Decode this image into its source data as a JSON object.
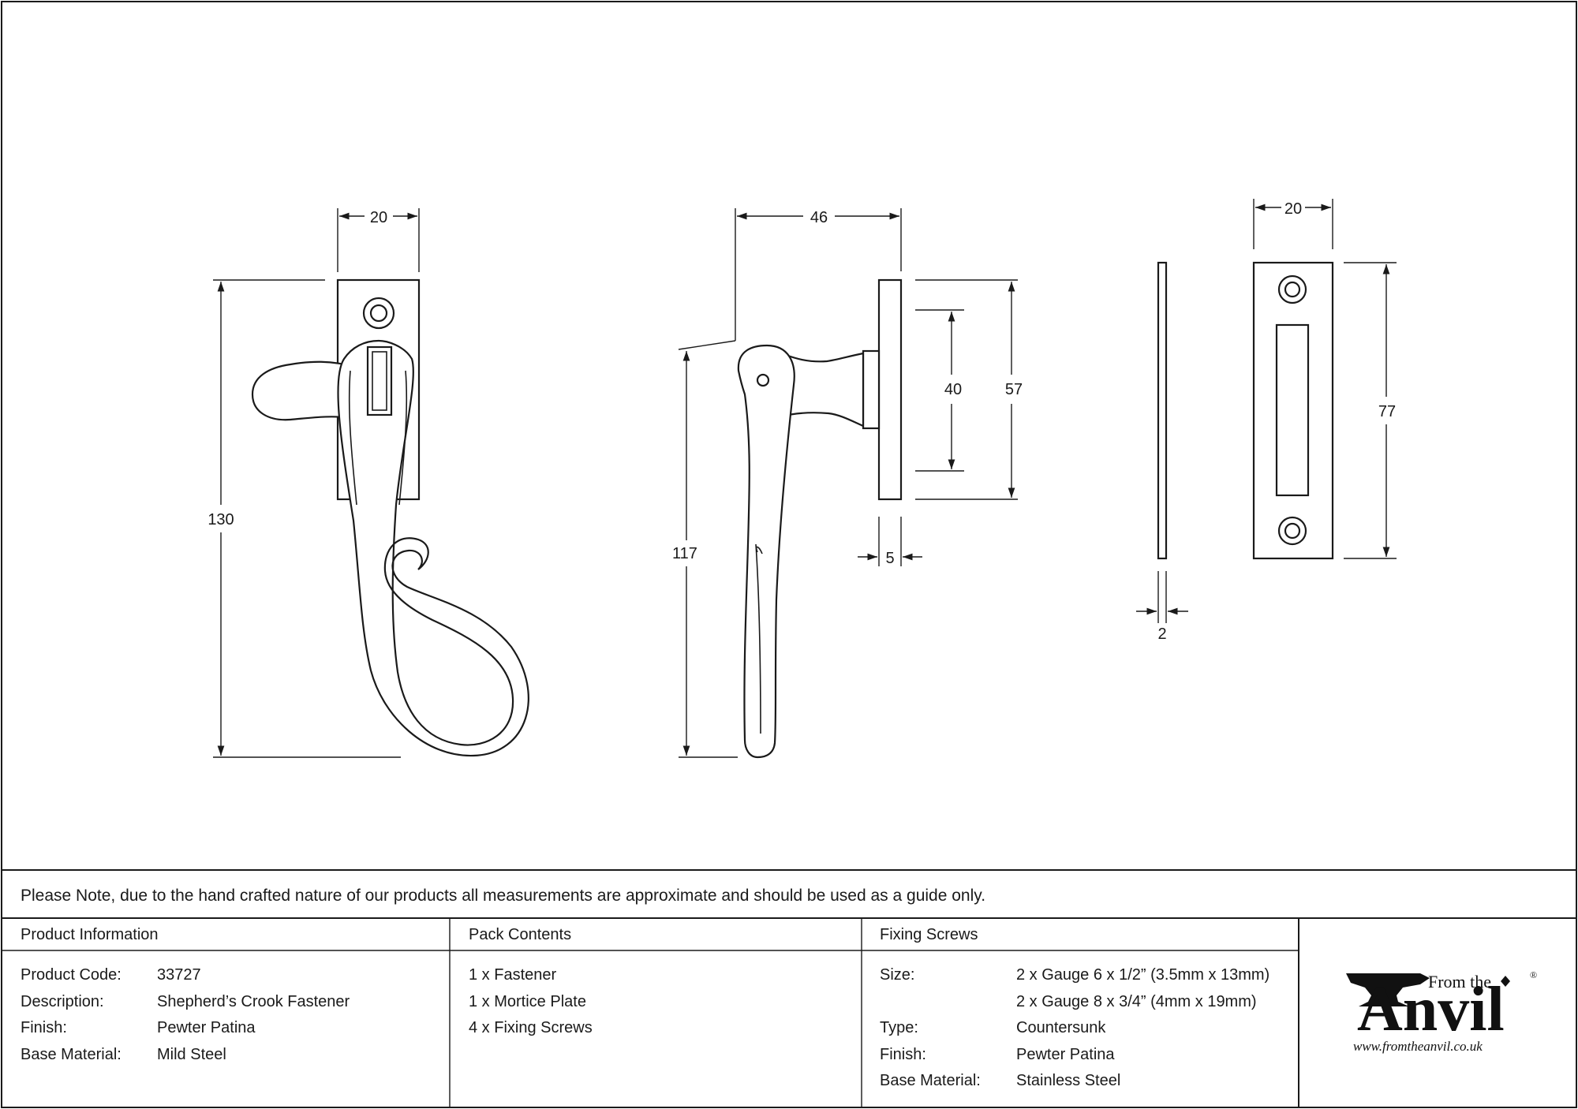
{
  "dimensions": {
    "front_width": "20",
    "front_height": "130",
    "side_depth": "46",
    "side_length": "117",
    "side_hole_spacing": "40",
    "side_backplate_height": "57",
    "side_backplate_thickness": "5",
    "plate_thickness": "2",
    "plate_width": "20",
    "plate_height": "77"
  },
  "note": "Please Note, due to the hand crafted nature of our products all measurements are approximate and should be used as a guide only.",
  "product_info": {
    "heading": "Product Information",
    "rows": [
      {
        "label": "Product Code:",
        "value": "33727"
      },
      {
        "label": "Description:",
        "value": "Shepherd’s Crook Fastener"
      },
      {
        "label": "Finish:",
        "value": "Pewter Patina"
      },
      {
        "label": "Base Material:",
        "value": "Mild Steel"
      }
    ]
  },
  "pack_contents": {
    "heading": "Pack Contents",
    "items": [
      "1 x Fastener",
      "1 x Mortice Plate",
      "4 x Fixing Screws"
    ]
  },
  "fixing_screws": {
    "heading": "Fixing Screws",
    "rows": [
      {
        "label": "Size:",
        "value": "2 x Gauge 6 x 1/2” (3.5mm x 13mm)"
      },
      {
        "label": "",
        "value": "2 x Gauge 8 x 3/4” (4mm x 19mm)"
      },
      {
        "label": "Type:",
        "value": "Countersunk"
      },
      {
        "label": "Finish:",
        "value": "Pewter Patina"
      },
      {
        "label": "Base Material:",
        "value": "Stainless Steel"
      }
    ]
  },
  "logo": {
    "from_the": "From the",
    "brand": "Anvil",
    "registered": "®",
    "url": "www.fromtheanvil.co.uk"
  }
}
